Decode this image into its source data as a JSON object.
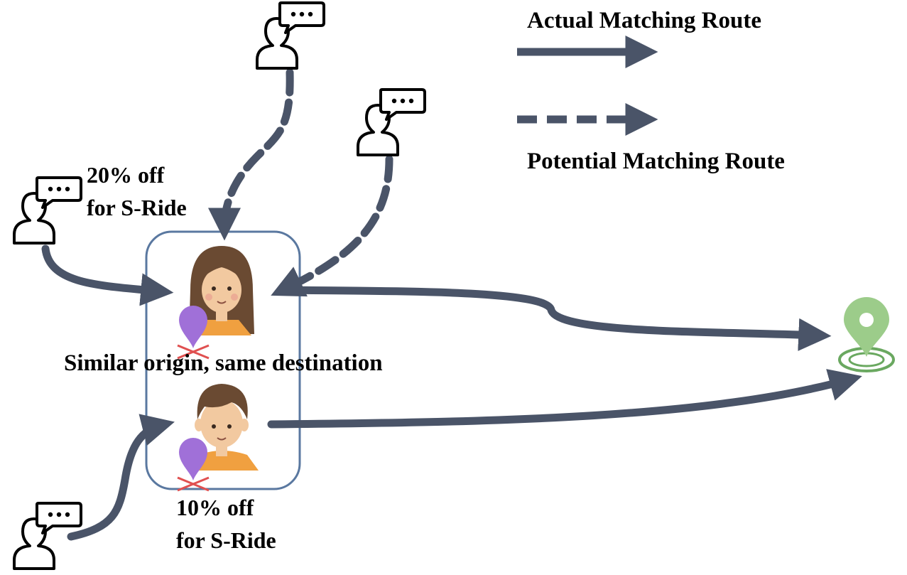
{
  "legend": {
    "actual_label": "Actual Matching Route",
    "potential_label": "Potential Matching Route"
  },
  "group": {
    "caption": "Similar origin, same destination"
  },
  "discounts": {
    "top_line1": "20% off",
    "top_line2": "for S-Ride",
    "bottom_line1": "10% off",
    "bottom_line2": "for S-Ride"
  },
  "colors": {
    "route": "#4a5468",
    "group_border": "#5a78a0",
    "pin_purple": "#a070d8",
    "pin_cross": "#e05050",
    "destination_green": "#9ccc8a",
    "destination_ring": "#6aa860",
    "hair": "#6a4a32",
    "skin": "#f2c9a0",
    "shirt": "#f0a040"
  },
  "icons": {
    "requester": "user-chat-icon",
    "origin": "pin-icon",
    "destination": "destination-pin-icon"
  }
}
